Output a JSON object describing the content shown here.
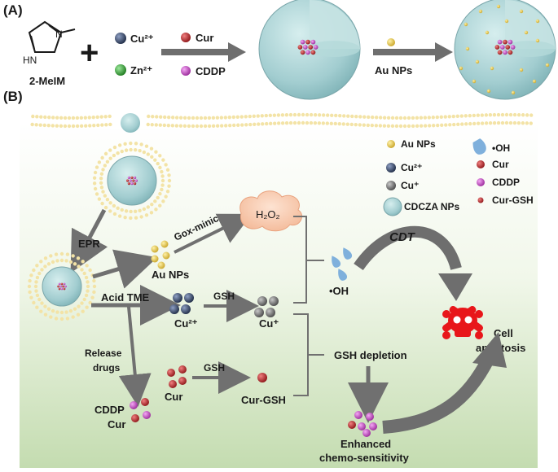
{
  "panel_a": {
    "label": "(A)",
    "ligand": {
      "name": "2-MeIM",
      "nh_label": "HN",
      "n_label": "N"
    },
    "plus": "+",
    "ions": [
      {
        "label": "Cu²⁺",
        "color": "#2f3f5f"
      },
      {
        "label": "Zn²⁺",
        "color": "#2ea02e"
      }
    ],
    "drugs": [
      {
        "label": "Cur",
        "color": "#c0262a"
      },
      {
        "label": "CDDP",
        "color": "#c83cc8"
      }
    ],
    "au_label": "Au NPs"
  },
  "panel_b": {
    "label": "(B)",
    "legend": {
      "left": [
        {
          "label": "Au NPs",
          "icon": "gold-dot"
        },
        {
          "label": "Cu²⁺",
          "icon": "navy-dot"
        },
        {
          "label": "Cu⁺",
          "icon": "gray-dot"
        },
        {
          "label": "CDCZA NPs",
          "icon": "nanoparticle"
        }
      ],
      "right": [
        {
          "label": "•OH",
          "icon": "droplet"
        },
        {
          "label": "Cur",
          "icon": "red-dot"
        },
        {
          "label": "CDDP",
          "icon": "magenta-dot"
        },
        {
          "label": "Cur-GSH",
          "icon": "crescent"
        }
      ]
    },
    "labels": {
      "epr": "EPR",
      "gox": "Gox-minic",
      "h2o2": "H₂O₂",
      "au_nps": "Au NPs",
      "acid_tme": "Acid TME",
      "cu2": "Cu²⁺",
      "gsh1": "GSH",
      "cu1": "Cu⁺",
      "oh": "•OH",
      "cdt": "CDT",
      "release1": "Release",
      "release2": "drugs",
      "cur": "Cur",
      "gsh2": "GSH",
      "cur_gsh": "Cur-GSH",
      "gsh_depletion": "GSH depletion",
      "cddp": "CDDP",
      "cur2": "Cur",
      "enhanced1": "Enhanced",
      "enhanced2": "chemo-sensitivity",
      "cell1": "Cell",
      "cell2": "apoptosis"
    }
  },
  "colors": {
    "np_fill": "#a8d2d4",
    "gold": "#e0c24a",
    "navy": "#2f3f5f",
    "gray": "#6a6a6a",
    "red": "#c0262a",
    "magenta": "#c83cc8",
    "arrow": "#707070",
    "skull": "#e8161a",
    "droplet": "#7fb0dc"
  }
}
